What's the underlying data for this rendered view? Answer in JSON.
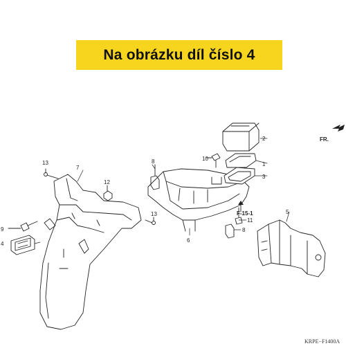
{
  "banner": {
    "text": "Na obrázku díl číslo 4",
    "color": "#f7d41d"
  },
  "diagram": {
    "direction_label": "FR.",
    "ref_label": "F-15-1",
    "code": "KRPE−F1400A",
    "callouts": {
      "c1": "1",
      "c2": "2",
      "c3": "3",
      "c4": "4",
      "c5": "5",
      "c6": "6",
      "c7": "7",
      "c8a": "8",
      "c8b": "8",
      "c9": "9",
      "c10": "10",
      "c11": "11",
      "c12": "12",
      "c13a": "13",
      "c13b": "13"
    }
  }
}
